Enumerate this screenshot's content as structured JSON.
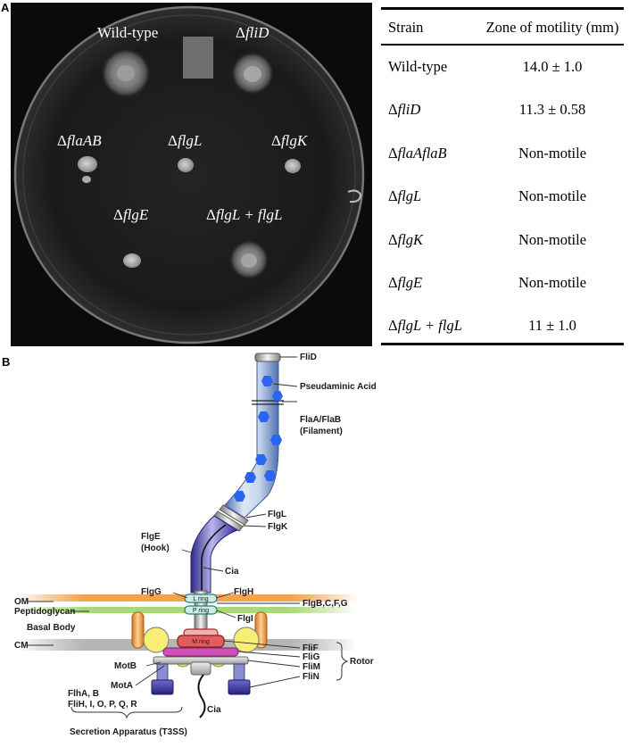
{
  "panel_a": {
    "label": "A",
    "plate": {
      "strains": [
        {
          "prefix": "",
          "name": "Wild-type",
          "italic": false
        },
        {
          "prefix": "Δ",
          "name": "fliD",
          "italic": true
        },
        {
          "prefix": "Δ",
          "name": "flaAB",
          "italic": true
        },
        {
          "prefix": "Δ",
          "name": "flgL",
          "italic": true
        },
        {
          "prefix": "Δ",
          "name": "flgK",
          "italic": true
        },
        {
          "prefix": "Δ",
          "name": "flgE",
          "italic": true
        },
        {
          "prefix": "Δ",
          "name": "flgL + flgL",
          "italic": true
        }
      ]
    },
    "table": {
      "headers": [
        "Strain",
        "Zone of motility (mm)"
      ],
      "rows": [
        {
          "strain_prefix": "",
          "strain": "Wild-type",
          "italic": false,
          "zone": "14.0 ± 1.0"
        },
        {
          "strain_prefix": "Δ",
          "strain": "fliD",
          "italic": true,
          "zone": "11.3 ± 0.58"
        },
        {
          "strain_prefix": "Δ",
          "strain": "flaAflaB",
          "italic": true,
          "zone": "Non-motile"
        },
        {
          "strain_prefix": "Δ",
          "strain": "flgL",
          "italic": true,
          "zone": "Non-motile"
        },
        {
          "strain_prefix": "Δ",
          "strain": "flgK",
          "italic": true,
          "zone": "Non-motile"
        },
        {
          "strain_prefix": "Δ",
          "strain": "flgE",
          "italic": true,
          "zone": "Non-motile"
        },
        {
          "strain_prefix": "Δ",
          "strain": "flgL + flgL",
          "italic": true,
          "zone": "11 ± 1.0"
        }
      ]
    }
  },
  "panel_b": {
    "label": "B",
    "labels": {
      "flid": "FliD",
      "pseudaminic_acid": "Pseudaminic Acid",
      "flaa_flab": "FlaA/FlaB",
      "filament": "(Filament)",
      "flgl": "FlgL",
      "flgk": "FlgK",
      "flge": "FlgE",
      "hook": "(Hook)",
      "cia_upper": "Cia",
      "flgg": "FlgG",
      "flgh": "FlgH",
      "om": "OM",
      "flgbcfg": "FlgB,C,F,G",
      "peptidoglycan": "Peptidoglycan",
      "flgi": "FlgI",
      "basal_body": "Basal Body",
      "cm": "CM",
      "motb": "MotB",
      "mota": "MotA",
      "flif": "FliF",
      "flig": "FliG",
      "flim": "FliM",
      "flin": "FliN",
      "rotor": "Rotor",
      "flha": "FlhA, B",
      "flih": "FliH, I, O, P, Q, R",
      "cia_lower": "Cia",
      "secretion": "Secretion Apparatus (T3SS)",
      "l_ring": "L ring",
      "p_ring": "P ring",
      "m_ring": "M ring"
    }
  }
}
